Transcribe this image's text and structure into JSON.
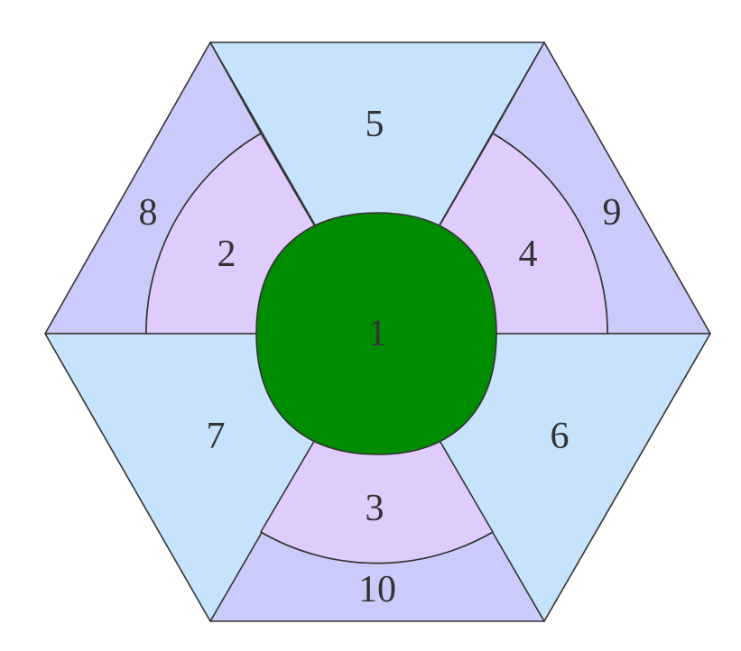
{
  "colors": {
    "center": "#008c00",
    "inner_sector": "#e0ccfc",
    "middle_triangle": "#c7e2fb",
    "outer_ring": "#cacbfb",
    "stroke": "#333333",
    "text": "#333333"
  },
  "regions": [
    {
      "id": "1",
      "label": "1",
      "kind": "center"
    },
    {
      "id": "2",
      "label": "2",
      "kind": "inner_sector"
    },
    {
      "id": "3",
      "label": "3",
      "kind": "inner_sector"
    },
    {
      "id": "4",
      "label": "4",
      "kind": "inner_sector"
    },
    {
      "id": "5",
      "label": "5",
      "kind": "middle_triangle"
    },
    {
      "id": "6",
      "label": "6",
      "kind": "middle_triangle"
    },
    {
      "id": "7",
      "label": "7",
      "kind": "middle_triangle"
    },
    {
      "id": "8",
      "label": "8",
      "kind": "outer_ring"
    },
    {
      "id": "9",
      "label": "9",
      "kind": "outer_ring"
    },
    {
      "id": "10",
      "label": "10",
      "kind": "outer_ring"
    }
  ]
}
